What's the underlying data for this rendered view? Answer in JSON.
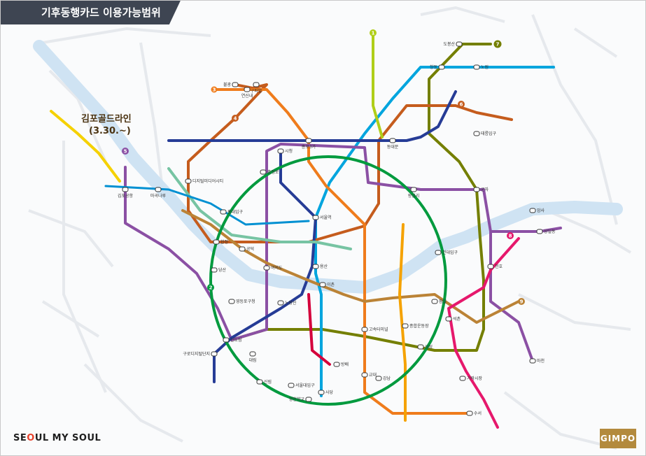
{
  "header": {
    "title": "기후동행카드 이용가능범위"
  },
  "annotation": {
    "title": "김포골드라인",
    "subtitle": "(3.30.~)"
  },
  "branding": {
    "seoul_logo_pre": "SE",
    "seoul_logo_mid": "O",
    "seoul_logo_post": "UL MY SOUL",
    "gimpo_logo": "GIMPO"
  },
  "colors": {
    "line1": "#263c96",
    "line2": "#009a3e",
    "line3": "#ef7c1c",
    "line4": "#00a5de",
    "line5": "#8b50a4",
    "line6": "#c55c1d",
    "line7": "#747f00",
    "line8": "#e6186c",
    "line9": "#bb8336",
    "gyeongui": "#77c4a3",
    "gimpo_gold": "#f5d100",
    "sinbundang": "#d4003b",
    "airport": "#0090d2",
    "river": "#cfe3f3",
    "faint": "#e3e6ea"
  },
  "line_badges": [
    {
      "text": "7"
    },
    {
      "text": "4"
    },
    {
      "text": "5"
    },
    {
      "text": "6"
    },
    {
      "text": "2"
    },
    {
      "text": "8"
    },
    {
      "text": "9"
    },
    {
      "text": "3"
    },
    {
      "text": "1"
    }
  ],
  "stations": [
    {
      "name": "양천향교"
    },
    {
      "name": "김포공항"
    },
    {
      "name": "마곡나루"
    },
    {
      "name": "디지털미디어시티"
    },
    {
      "name": "홍대입구"
    },
    {
      "name": "합정"
    },
    {
      "name": "당산"
    },
    {
      "name": "영등포구청"
    },
    {
      "name": "신도림"
    },
    {
      "name": "대림"
    },
    {
      "name": "구로디지털단지"
    },
    {
      "name": "신림"
    },
    {
      "name": "서울대입구"
    },
    {
      "name": "사당"
    },
    {
      "name": "방배"
    },
    {
      "name": "교대"
    },
    {
      "name": "강남"
    },
    {
      "name": "삼성"
    },
    {
      "name": "종합운동장"
    },
    {
      "name": "잠실"
    },
    {
      "name": "건대입구"
    },
    {
      "name": "왕십리"
    },
    {
      "name": "동대문"
    },
    {
      "name": "종로3가"
    },
    {
      "name": "서울역"
    },
    {
      "name": "시청"
    },
    {
      "name": "충정로"
    },
    {
      "name": "공덕"
    },
    {
      "name": "여의도"
    },
    {
      "name": "노량진"
    },
    {
      "name": "용산"
    },
    {
      "name": "이촌"
    },
    {
      "name": "고속터미널"
    },
    {
      "name": "수서"
    },
    {
      "name": "가락시장"
    },
    {
      "name": "천호"
    },
    {
      "name": "군자"
    },
    {
      "name": "태릉입구"
    },
    {
      "name": "노원"
    },
    {
      "name": "창동"
    },
    {
      "name": "도봉산"
    },
    {
      "name": "불광"
    },
    {
      "name": "연신내"
    },
    {
      "name": "구파발"
    },
    {
      "name": "석촌"
    },
    {
      "name": "암사"
    },
    {
      "name": "상일동"
    },
    {
      "name": "마천"
    }
  ]
}
